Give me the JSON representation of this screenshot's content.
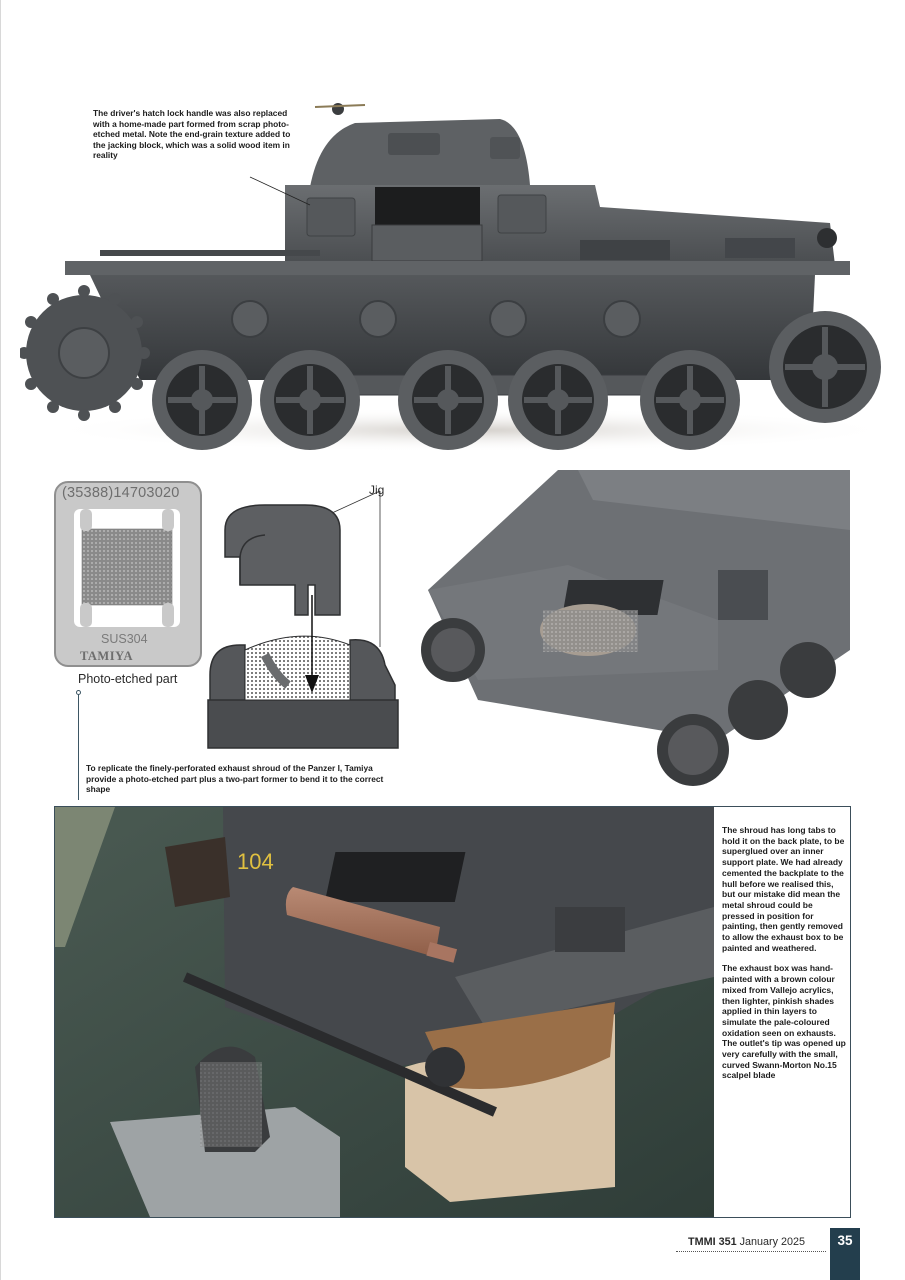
{
  "page": {
    "type": "magazine-page",
    "background": "#ffffff"
  },
  "photos": {
    "top": {
      "subject": "Panzer I model tank, side view",
      "caption": "The driver's hatch lock handle was also replaced with a home-made part formed from scrap photo-etched metal. Note the end-grain texture added to the jacking block, which was a solid wood item in reality"
    },
    "rear": {
      "subject": "Rear hull with photo-etched exhaust shroud fitted"
    },
    "bottom": {
      "subject": "Weathered rear of tank with exhaust box and removed mesh shroud",
      "hull_number": "104"
    }
  },
  "diagram": {
    "pe_sheet_code": "(35388)14703020",
    "pe_sheet_material": "SUS304",
    "pe_sheet_brand": "TAMIYA",
    "pe_label": "Photo-etched part",
    "jig_label": "Jig",
    "caption": "To replicate the finely-perforated exhaust shroud of the Panzer I, Tamiya provide a photo-etched part plus a two-part former to bend it to the correct shape"
  },
  "sidebar": {
    "paragraphs": [
      "The shroud has long tabs to hold it on the back plate, to be superglued over an inner support plate. We had already cemented the backplate to the hull before we realised this, but our mistake did mean the metal shroud could be pressed in position for painting, then gently removed to allow the exhaust box to be painted and weathered.",
      "The exhaust box was hand-painted with a brown colour mixed from Vallejo acrylics, then lighter, pinkish shades applied in thin layers to simulate the pale-coloured oxidation seen on exhausts. The outlet's tip was opened up very carefully with the small, curved Swann-Morton No.15 scalpel blade"
    ]
  },
  "footer": {
    "magazine": "TMMI 351",
    "issue_date": "January 2025",
    "page_number": "35",
    "accent_color": "#233e4d"
  }
}
